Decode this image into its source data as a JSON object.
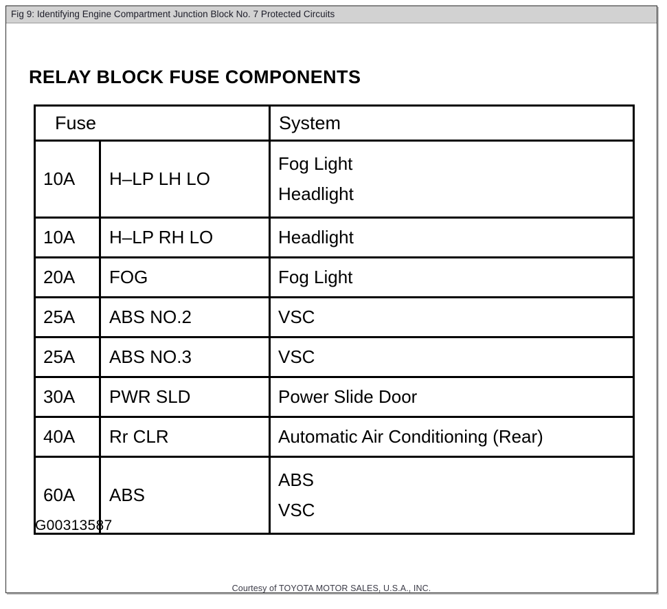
{
  "figure": {
    "caption": "Fig 9: Identifying Engine Compartment Junction Block No. 7 Protected Circuits",
    "title": "RELAY BLOCK FUSE COMPONENTS",
    "figure_id": "G00313587",
    "credit": "Courtesy of TOYOTA MOTOR SALES, U.S.A., INC."
  },
  "table": {
    "headers": {
      "fuse": "Fuse",
      "system": "System"
    },
    "rows": [
      {
        "amperage": "10A",
        "name": "H–LP LH LO",
        "system_lines": [
          "Fog Light",
          "Headlight"
        ]
      },
      {
        "amperage": "10A",
        "name": "H–LP RH LO",
        "system_lines": [
          "Headlight"
        ]
      },
      {
        "amperage": "20A",
        "name": "FOG",
        "system_lines": [
          "Fog Light"
        ]
      },
      {
        "amperage": "25A",
        "name": "ABS NO.2",
        "system_lines": [
          "VSC"
        ]
      },
      {
        "amperage": "25A",
        "name": "ABS NO.3",
        "system_lines": [
          "VSC"
        ]
      },
      {
        "amperage": "30A",
        "name": "PWR SLD",
        "system_lines": [
          "Power Slide Door"
        ]
      },
      {
        "amperage": "40A",
        "name": "Rr CLR",
        "system_lines": [
          "Automatic Air Conditioning (Rear)"
        ]
      },
      {
        "amperage": "60A",
        "name": "ABS",
        "system_lines": [
          "ABS",
          "VSC"
        ]
      }
    ]
  },
  "colors": {
    "caption_bar": "#d2d2d2",
    "frame_border": "#2b2b2b",
    "table_border": "#000000",
    "page_background": "#ffffff",
    "credit_text": "#3a3a46"
  }
}
